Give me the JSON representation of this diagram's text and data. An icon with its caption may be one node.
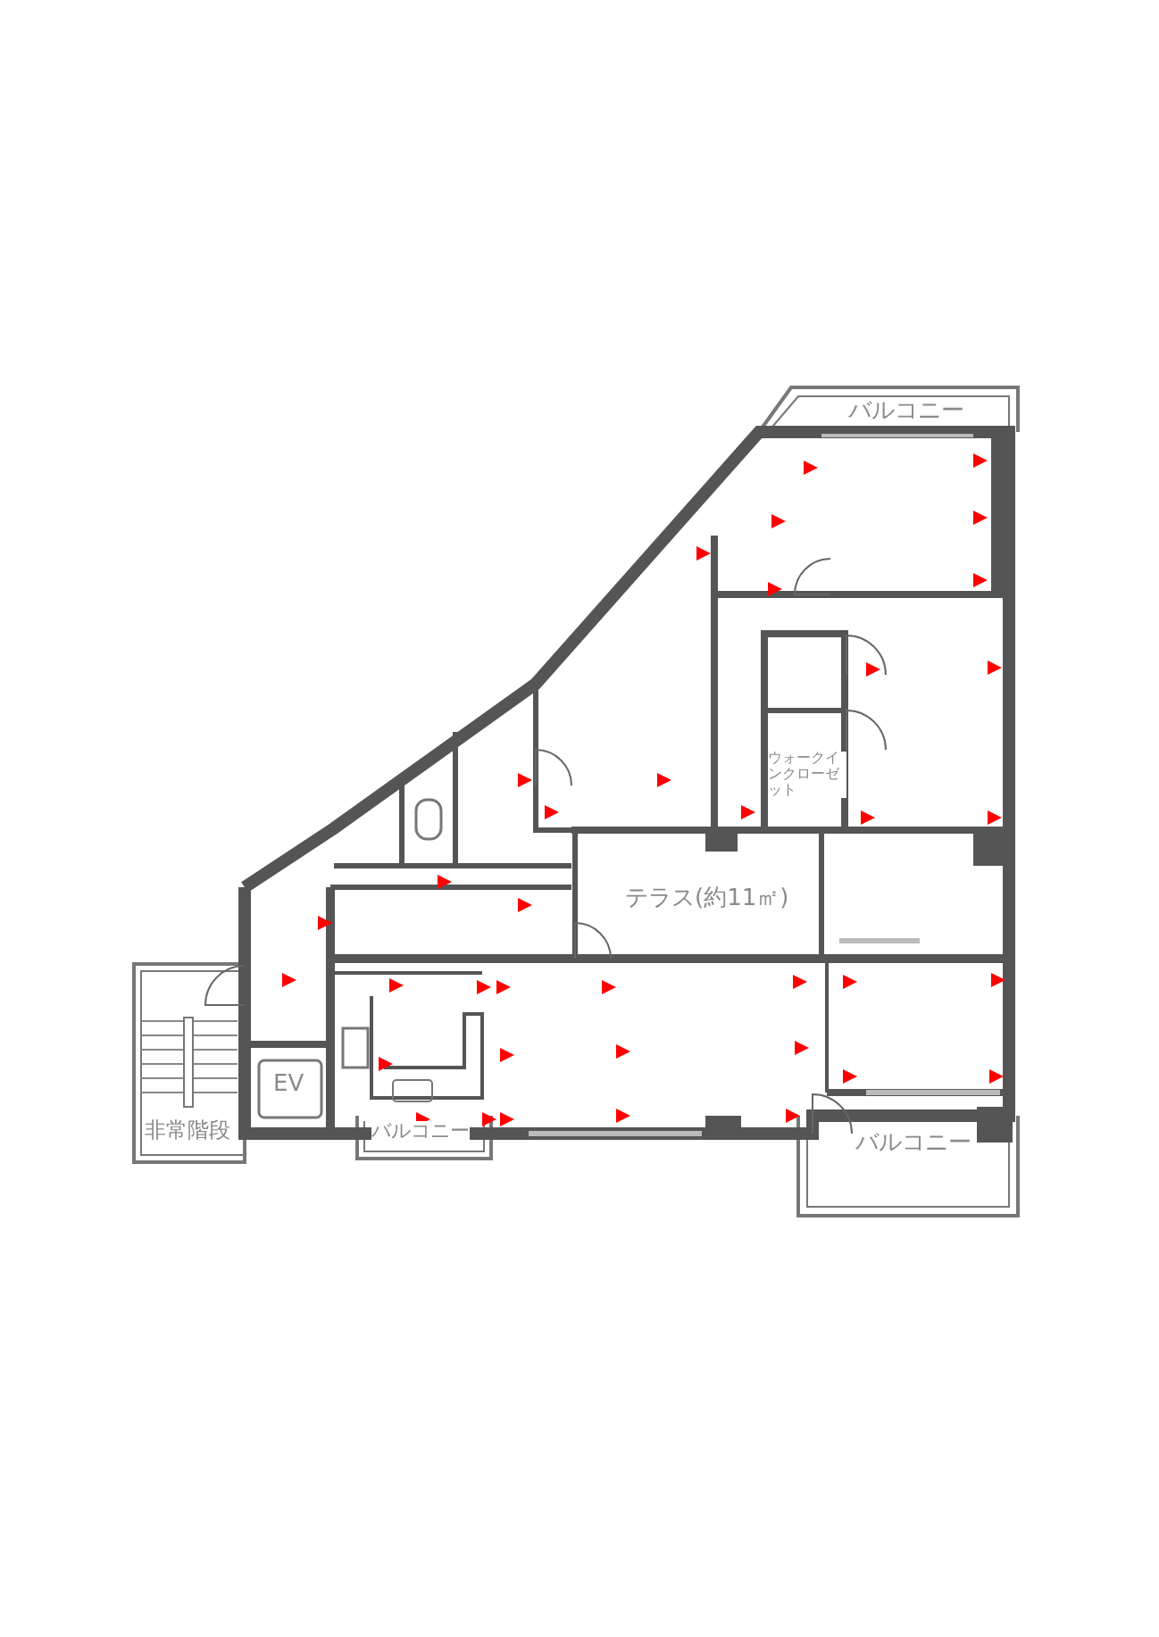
{
  "diagram": {
    "labels": [
      "バルコニー",
      "ウォークインクローゼット",
      "テラス(約11㎡)",
      "EV",
      "非常階段",
      "バルコニー",
      "バルコニー"
    ]
  }
}
